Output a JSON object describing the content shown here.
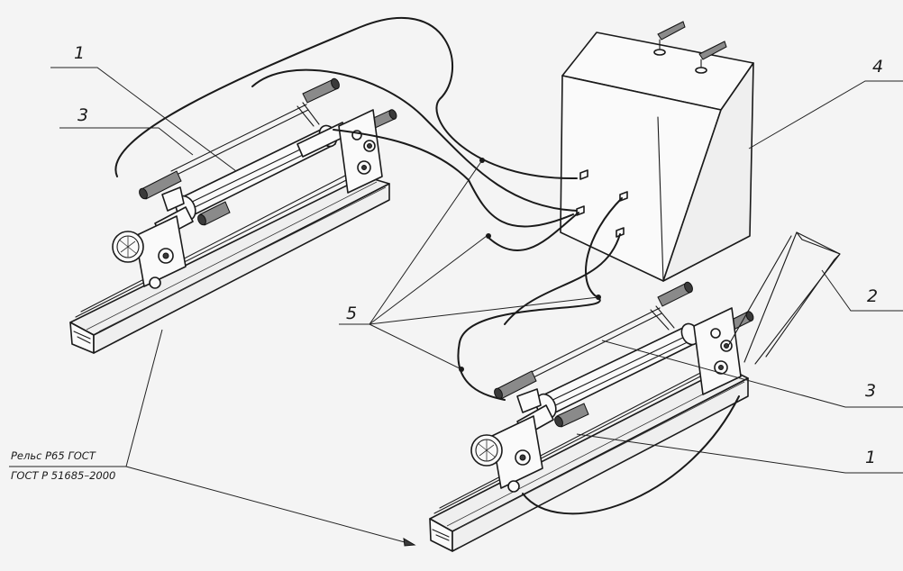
{
  "callouts": {
    "c1_left": "1",
    "c3_left": "3",
    "c4": "4",
    "c2": "2",
    "c3_right": "3",
    "c5": "5",
    "c1_right": "1"
  },
  "rail_note": {
    "line1": "Рельс Р65 ГОСТ",
    "line2": "ГОСТ Р 51685–2000"
  }
}
